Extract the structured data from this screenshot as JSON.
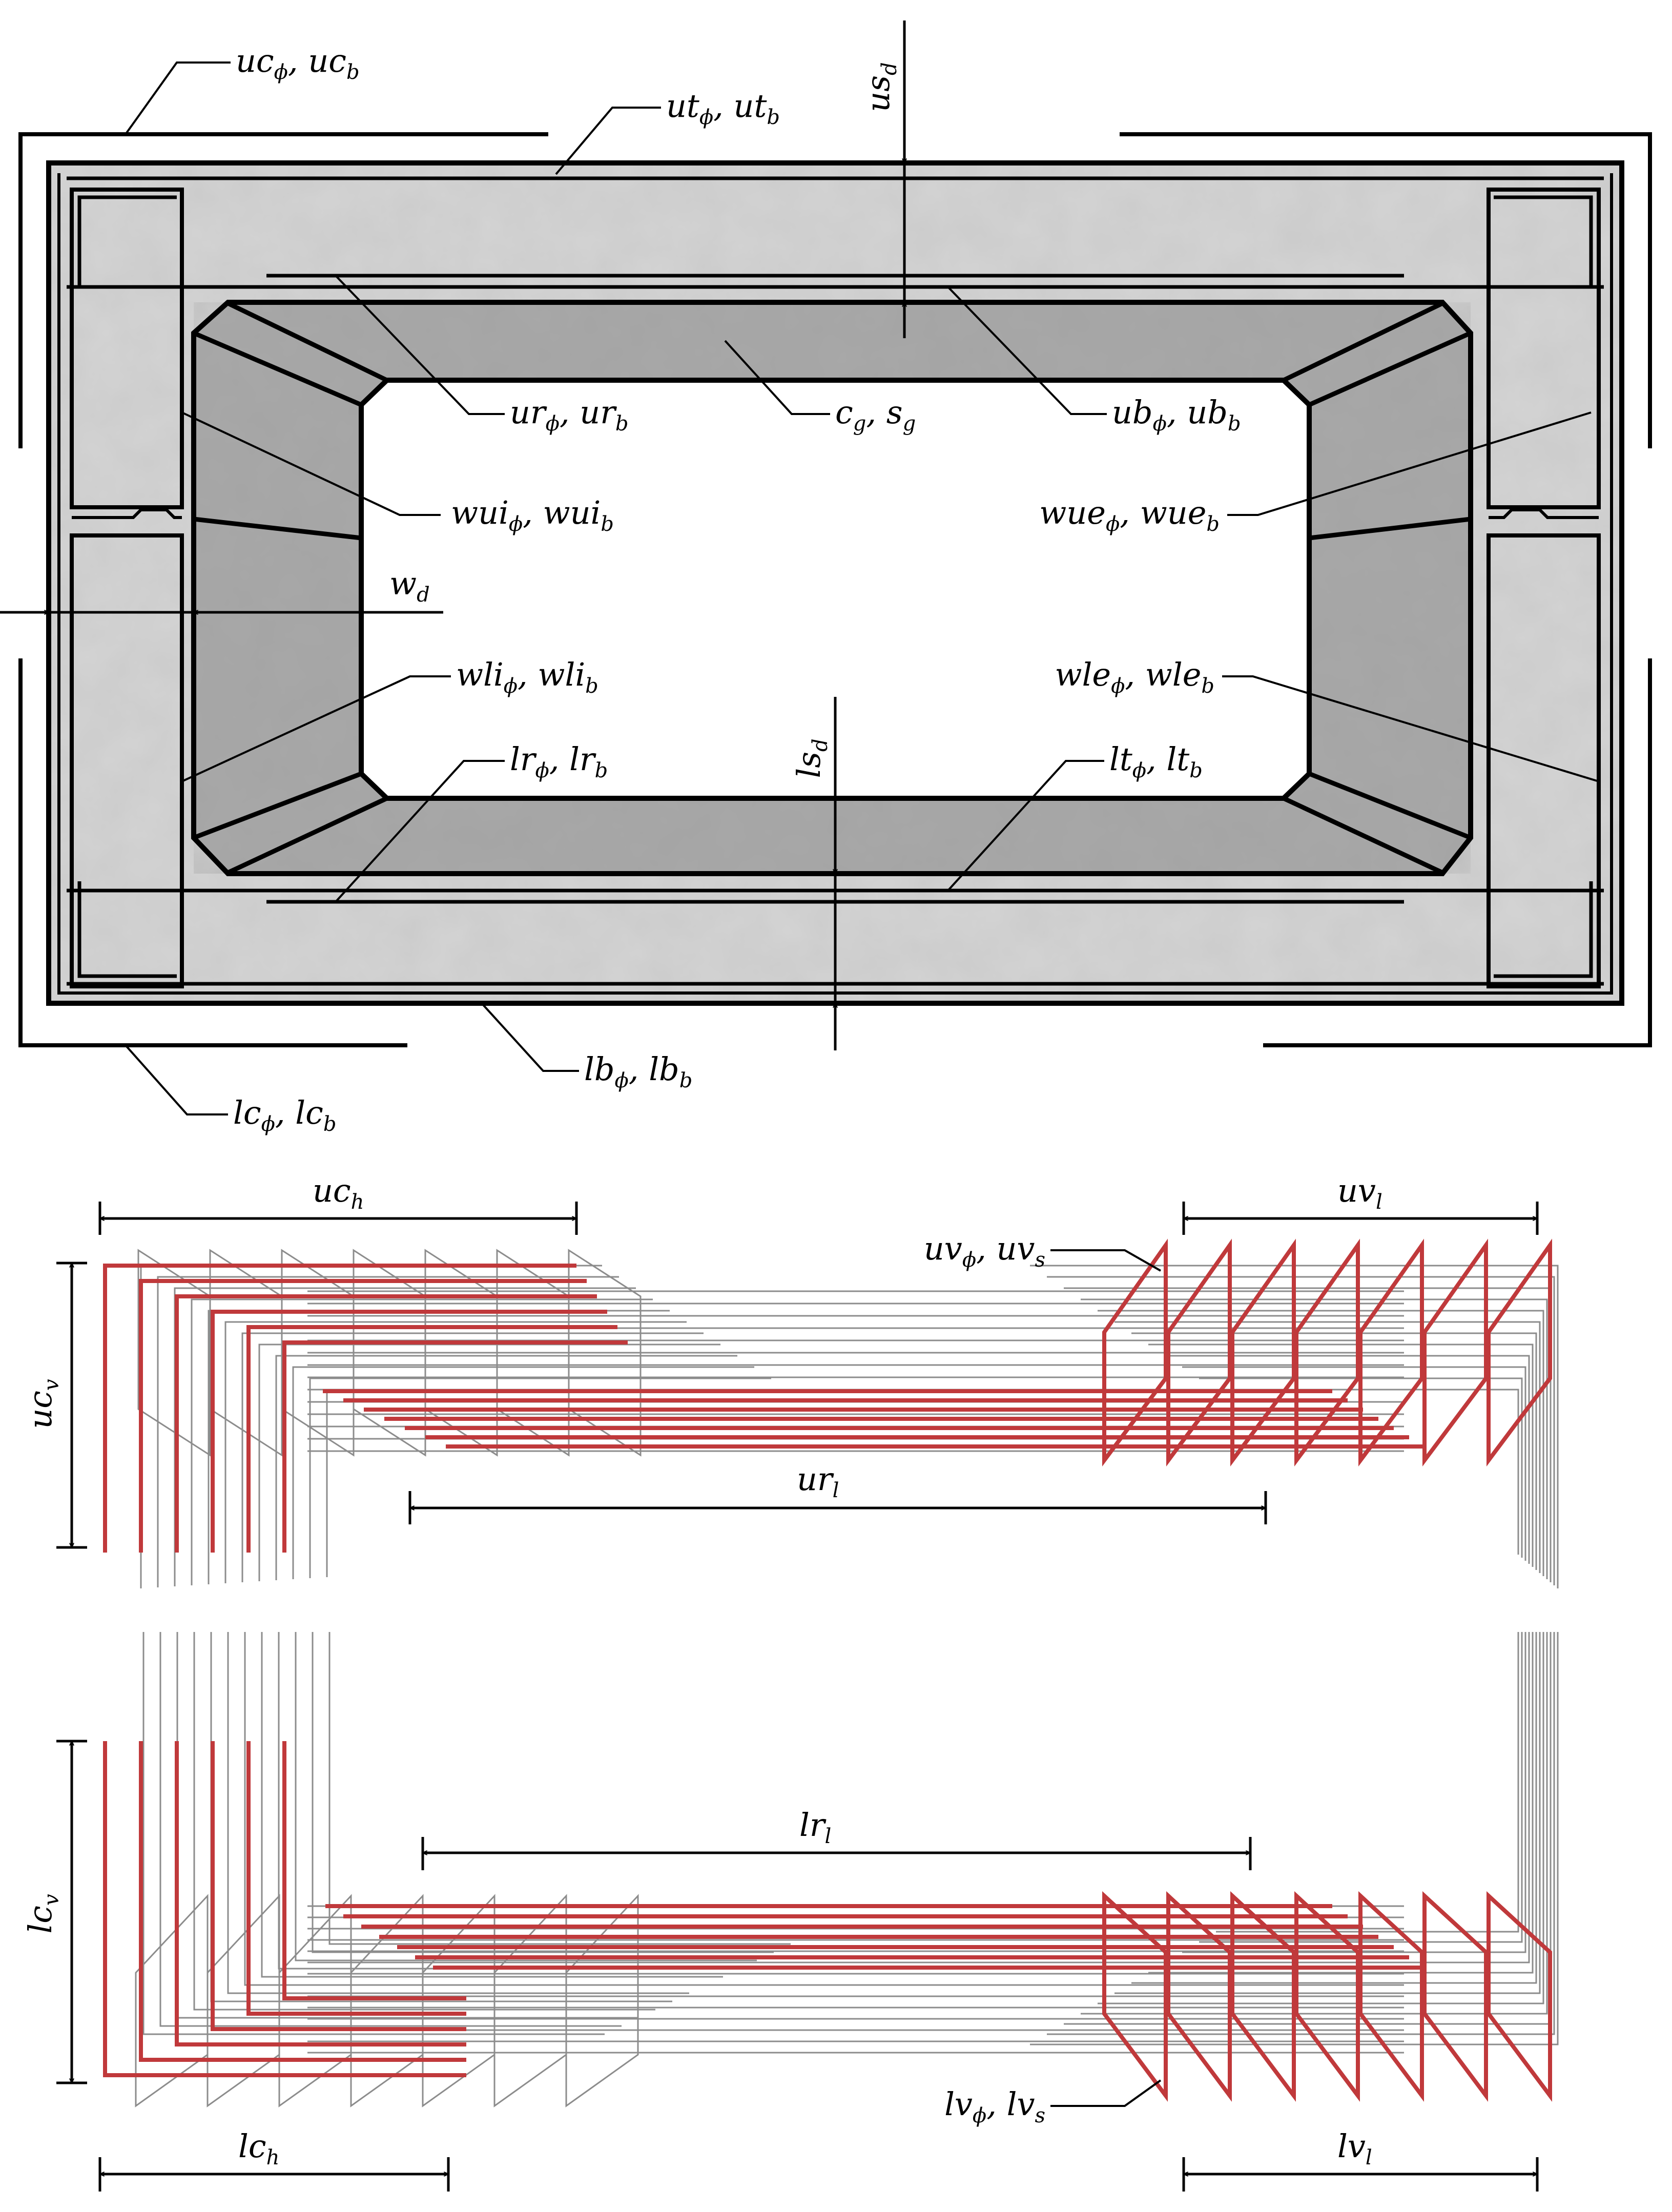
{
  "labels": {
    "uc": {
      "a": "uc",
      "as": "ϕ",
      "b": "uc",
      "bs": "b"
    },
    "ut": {
      "a": "ut",
      "as": "ϕ",
      "b": "ut",
      "bs": "b"
    },
    "usd": {
      "a": "us",
      "as": "d"
    },
    "ur": {
      "a": "ur",
      "as": "ϕ",
      "b": "ur",
      "bs": "b"
    },
    "cg": {
      "a": "c",
      "as": "g",
      "b": "s",
      "bs": "g"
    },
    "ub": {
      "a": "ub",
      "as": "ϕ",
      "b": "ub",
      "bs": "b"
    },
    "wui": {
      "a": "wui",
      "as": "ϕ",
      "b": "wui",
      "bs": "b"
    },
    "wue": {
      "a": "wue",
      "as": "ϕ",
      "b": "wue",
      "bs": "b"
    },
    "wd": {
      "a": "w",
      "as": "d"
    },
    "wli": {
      "a": "wli",
      "as": "ϕ",
      "b": "wli",
      "bs": "b"
    },
    "wle": {
      "a": "wle",
      "as": "ϕ",
      "b": "wle",
      "bs": "b"
    },
    "lsd": {
      "a": "ls",
      "as": "d"
    },
    "lr": {
      "a": "lr",
      "as": "ϕ",
      "b": "lr",
      "bs": "b"
    },
    "lt": {
      "a": "lt",
      "as": "ϕ",
      "b": "lt",
      "bs": "b"
    },
    "lb": {
      "a": "lb",
      "as": "ϕ",
      "b": "lb",
      "bs": "b"
    },
    "lc": {
      "a": "lc",
      "as": "ϕ",
      "b": "lc",
      "bs": "b"
    },
    "uch": {
      "a": "uc",
      "as": "h"
    },
    "uvl": {
      "a": "uv",
      "as": "l"
    },
    "uv": {
      "a": "uv",
      "as": "ϕ",
      "b": "uv",
      "bs": "s"
    },
    "ucv": {
      "a": "uc",
      "as": "v"
    },
    "url": {
      "a": "ur",
      "as": "l"
    },
    "lrl": {
      "a": "lr",
      "as": "l"
    },
    "lcv": {
      "a": "lc",
      "as": "v"
    },
    "lv": {
      "a": "lv",
      "as": "ϕ",
      "b": "lv",
      "bs": "s"
    },
    "lch": {
      "a": "lc",
      "as": "h"
    },
    "lvl": {
      "a": "lv",
      "as": "l"
    }
  },
  "colors": {
    "highlight_rebar": "#c0393b",
    "context_rebar": "#8c8c8c",
    "concrete_light": "#d6d6d6",
    "concrete_dark": "#9e9e9e",
    "line": "#000000"
  }
}
